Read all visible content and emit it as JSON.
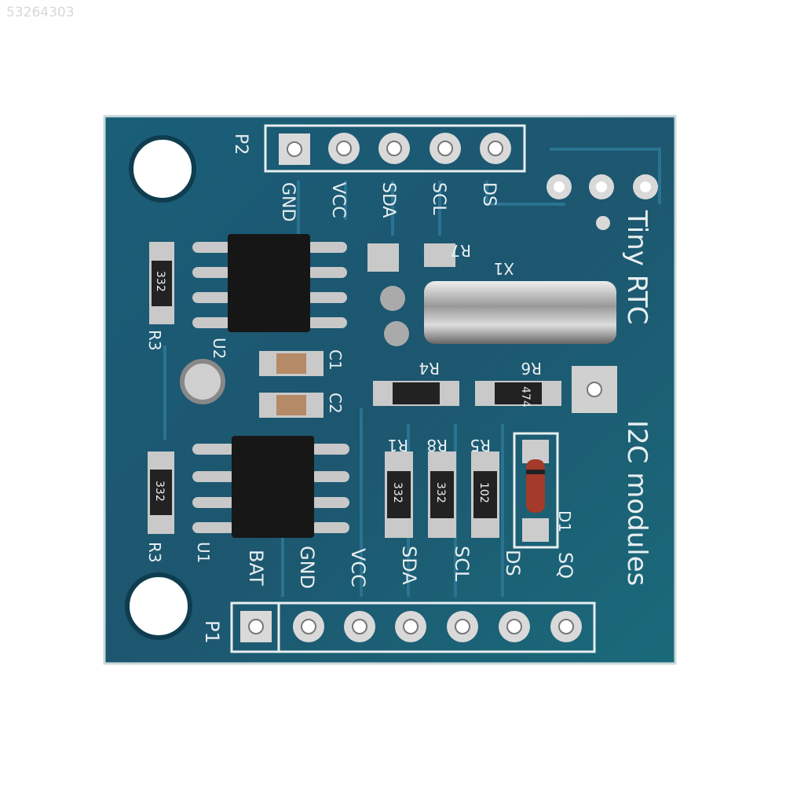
{
  "watermark": "53264303",
  "board": {
    "color": "#1d5a73",
    "title_line1": "Tiny RTC",
    "title_line2": "I2C modules",
    "header_top": {
      "label": "P2",
      "pins": [
        "GND",
        "VCC",
        "SDA",
        "SCL",
        "DS"
      ]
    },
    "header_bottom": {
      "label": "P1",
      "pins": [
        "BAT",
        "GND",
        "VCC",
        "SDA",
        "SCL",
        "DS",
        "SQ"
      ]
    },
    "refs": {
      "x1": "X1",
      "r7": "R7",
      "u2": "U2",
      "c1": "C1",
      "c2": "C2",
      "r3a": "R3",
      "r3b": "R3",
      "r4": "R4",
      "r6": "R6",
      "r1": "R1",
      "r8": "R8",
      "r5": "R5",
      "d1": "D1",
      "u1": "U1"
    },
    "resistor_codes": {
      "r1": "332",
      "r8": "332",
      "r5": "102",
      "r4": "474",
      "r3a": "332",
      "r3b": "332"
    }
  }
}
